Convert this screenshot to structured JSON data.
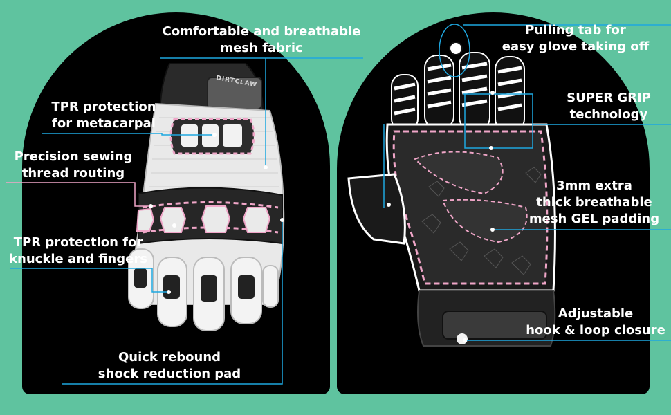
{
  "brand_logo_text": "DIRTCLAW",
  "colors": {
    "background": "#5fc39f",
    "panel": "#000000",
    "callout_line": "#1ea7e0",
    "accent_pink": "#f0a6c8",
    "text": "#ffffff"
  },
  "callouts": {
    "mesh": [
      "Comfortable and breathable",
      "mesh fabric"
    ],
    "metacarpal": [
      "TPR protection",
      "for metacarpal"
    ],
    "sewing": [
      "Precision sewing",
      "thread routing"
    ],
    "knuckle": [
      "TPR protection for",
      "knuckle and fingers"
    ],
    "rebound": [
      "Quick rebound",
      "shock reduction pad"
    ],
    "tab": [
      "Pulling tab for",
      "easy glove taking off"
    ],
    "grip": [
      "SUPER GRIP",
      "technology"
    ],
    "gel": [
      "3mm extra",
      "thick breathable",
      "mesh GEL padding"
    ],
    "closure": [
      "Adjustable",
      "hook & loop closure"
    ]
  }
}
